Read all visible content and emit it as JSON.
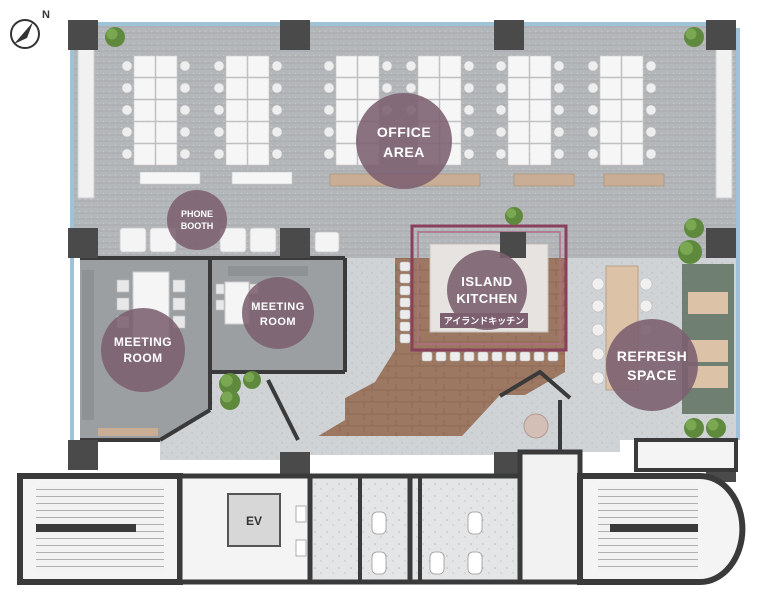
{
  "labels": {
    "office_l1": "OFFICE",
    "office_l2": "AREA",
    "phone_l1": "PHONE",
    "phone_l2": "BOOTH",
    "meeting_a_l1": "MEETING",
    "meeting_a_l2": "ROOM",
    "meeting_b_l1": "MEETING",
    "meeting_b_l2": "ROOM",
    "kitchen_l1": "ISLAND",
    "kitchen_l2": "KITCHEN",
    "kitchen_sub": "アイランドキッチン",
    "refresh_l1": "REFRESH",
    "refresh_l2": "SPACE",
    "ev": "EV",
    "compass": "N"
  },
  "colors": {
    "wall": "#3a3a3a",
    "column": "#4a4a4a",
    "carpet": "#b9bcbf",
    "meeting_floor": "#9a9da0",
    "stone": "#cfd2d4",
    "wood": "#9b7660",
    "label_circle": "#7c6070",
    "kitchen_frame": "#8a3f5c",
    "desk": "#f4f4f4",
    "plant": "#5f8a3e",
    "sofa": "#6f7f72",
    "window": "#9fc3d6"
  },
  "icons": [
    "compass-icon",
    "plant-icon",
    "desk-icon",
    "chair-icon",
    "toilet-icon",
    "stairs-icon",
    "elevator-icon"
  ]
}
